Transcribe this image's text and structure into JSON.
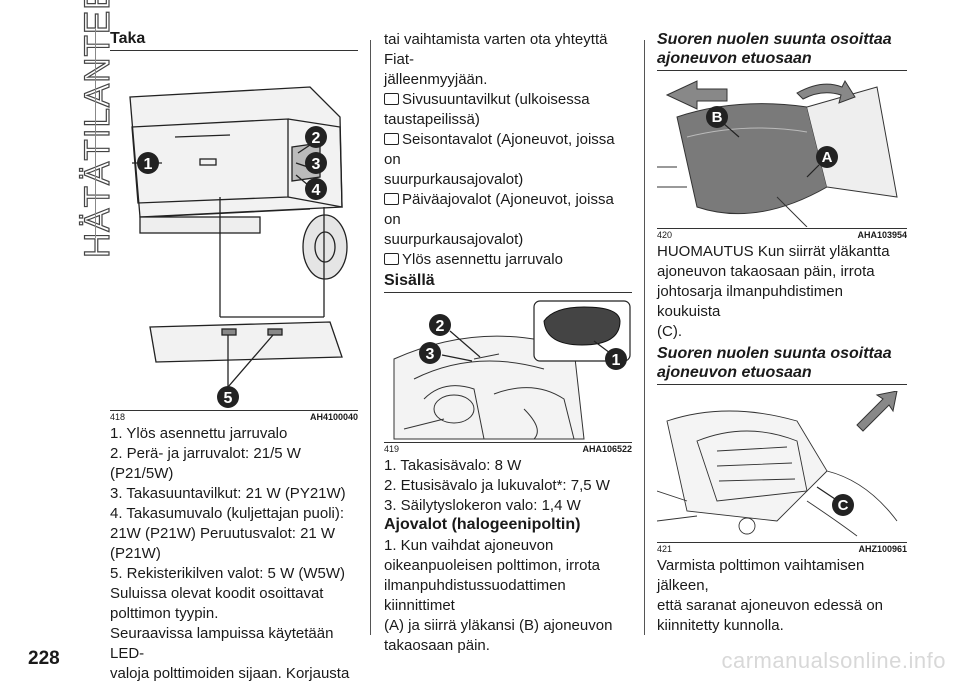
{
  "side_tab": "HÄTÄTILANTEESSA",
  "page_number": "228",
  "watermark": "carmanualsonline.info",
  "col1": {
    "heading": "Taka",
    "figure": {
      "number": "418",
      "code": "AH4100040",
      "callouts": [
        "1",
        "2",
        "3",
        "4",
        "5"
      ]
    },
    "lines": [
      "1. Ylös asennettu jarruvalo",
      "2. Perä- ja jarruvalot: 21/5 W (P21/5W)",
      "3. Takasuuntavilkut: 21 W (PY21W)",
      "4. Takasumuvalo (kuljettajan puoli):",
      "21W (P21W) Peruutusvalot: 21 W",
      "(P21W)",
      "5. Rekisterikilven valot: 5 W (W5W)",
      "Suluissa olevat koodit osoittavat",
      "polttimon tyypin.",
      "Seuraavissa lampuissa käytetään LED-",
      "valoja polttimoiden sijaan. Korjausta"
    ]
  },
  "col2": {
    "intro_lines": [
      "tai vaihtamista varten ota yhteyttä Fiat-",
      "jälleenmyyjään."
    ],
    "bullets": [
      [
        "Sivusuuntavilkut (ulkoisessa",
        "taustapeilissä)"
      ],
      [
        "Seisontavalot (Ajoneuvot, joissa on",
        "suurpurkausajovalot)"
      ],
      [
        "Päiväajovalot (Ajoneuvot, joissa on",
        "suurpurkausajovalot)"
      ],
      [
        "Ylös asennettu jarruvalo"
      ]
    ],
    "heading": "Sisällä",
    "figure": {
      "number": "419",
      "code": "AHA106522",
      "callouts": [
        "1",
        "2",
        "3"
      ]
    },
    "lines": [
      "1. Takasisävalo: 8 W",
      "2. Etusisävalo ja lukuvalot*: 7,5 W",
      "3. Säilytyslokeron valo: 1,4 W"
    ],
    "subheading": "Ajovalot (halogeenipoltin)",
    "lines2": [
      "1. Kun vaihdat ajoneuvon",
      "oikeanpuoleisen polttimon, irrota",
      "ilmanpuhdistussuodattimen kiinnittimet",
      "(A) ja siirrä yläkansi (B) ajoneuvon",
      "takaosaan päin."
    ]
  },
  "col3": {
    "heading1": [
      "Suoren nuolen suunta osoittaa",
      "ajoneuvon etuosaan"
    ],
    "figure1": {
      "number": "420",
      "code": "AHA103954",
      "callouts": [
        "B",
        "A"
      ]
    },
    "lines1": [
      "HUOMAUTUS Kun siirrät yläkantta",
      "ajoneuvon takaosaan päin, irrota",
      "johtosarja ilmanpuhdistimen koukuista",
      "(C)."
    ],
    "heading2": [
      "Suoren nuolen suunta osoittaa",
      "ajoneuvon etuosaan"
    ],
    "figure2": {
      "number": "421",
      "code": "AHZ100961",
      "callouts": [
        "C"
      ]
    },
    "lines2": [
      "Varmista polttimon vaihtamisen jälkeen,",
      "että saranat ajoneuvon edessä on",
      "kiinnitetty kunnolla."
    ]
  }
}
